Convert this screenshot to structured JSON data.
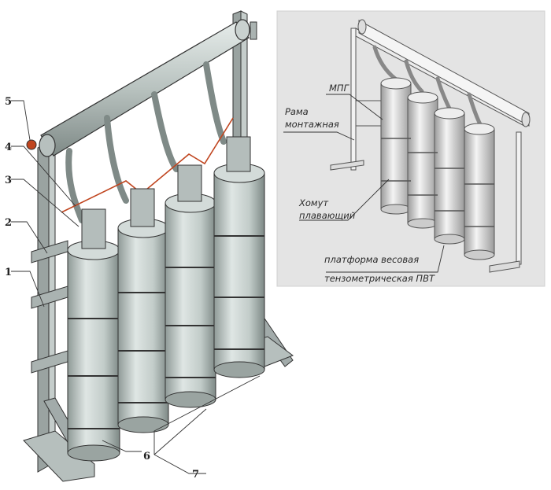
{
  "callouts": {
    "n1": "1",
    "n2": "2",
    "n3": "3",
    "n4": "4",
    "n5": "5",
    "n6": "6",
    "n7": "7"
  },
  "inset": {
    "mpg": "МПГ",
    "frame_line1": "Рама",
    "frame_line2": "монтажная",
    "clamp_line1": "Хомут",
    "clamp_line2": "плавающий",
    "platform_line1": "платформа весовая",
    "platform_line2": "тензометрическая ПВТ"
  },
  "colors": {
    "cylinder": "#c9d3d0",
    "frame": "#a9b2b0",
    "inset_bg": "#e4e4e4",
    "pipe_red": "#c0451f"
  }
}
